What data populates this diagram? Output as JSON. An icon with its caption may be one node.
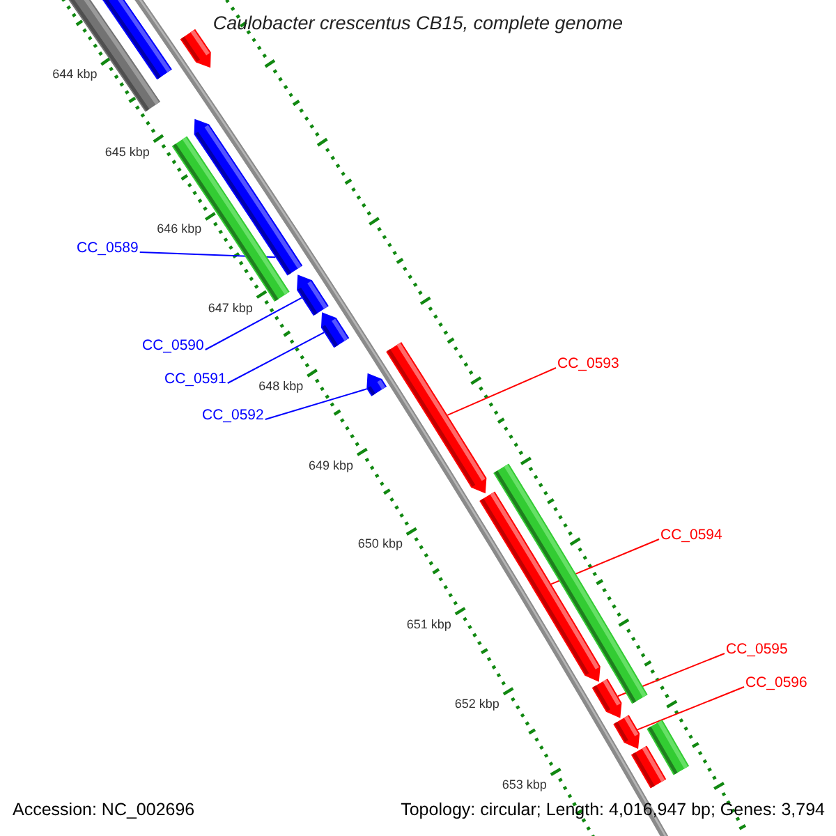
{
  "diagram": {
    "title": "Caulobacter crescentus CB15, complete genome",
    "nodes": [
      {
        "text": [
          "CC_0589"
        ]
      },
      {
        "text": [
          "CC_0590"
        ]
      },
      {
        "text": [
          "CC_0591"
        ]
      },
      {
        "text": [
          "CC_0592"
        ]
      },
      {
        "text": [
          "CC_0593"
        ]
      },
      {
        "text": [
          "CC_0594"
        ]
      },
      {
        "text": [
          "CC_0595"
        ]
      },
      {
        "text": [
          "CC_0596"
        ]
      },
      {
        "text": [],
        "shape": "bar"
      },
      {
        "text": [],
        "shape": "bar"
      },
      {
        "text": [],
        "shape": "bar"
      },
      {
        "text": [],
        "shape": "bar"
      },
      {
        "text": [],
        "shape": "bar"
      },
      {
        "text": [],
        "shape": "bar"
      },
      {
        "text": [],
        "shape": "bar"
      },
      {
        "text": [],
        "shape": "bar"
      },
      {
        "text": [],
        "shape": "bar"
      },
      {
        "text": [],
        "shape": "bar"
      },
      {
        "text": [],
        "shape": "bar"
      },
      {
        "text": [],
        "shape": "bar"
      },
      {
        "text": [],
        "shape": "bar"
      },
      {
        "text": [],
        "shape": "bar"
      },
      {
        "text": [],
        "shape": "bar"
      }
    ],
    "edges": [
      {
        "from": 0,
        "to": 11,
        "arrow": "none",
        "color": "#0000ff"
      },
      {
        "from": 1,
        "to": 13,
        "arrow": "none",
        "color": "#0000ff"
      },
      {
        "from": 2,
        "to": 14,
        "arrow": "none",
        "color": "#0000ff"
      },
      {
        "from": 3,
        "to": 16,
        "arrow": "none",
        "color": "#0000ff"
      },
      {
        "from": 4,
        "to": 15,
        "arrow": "none",
        "color": "#ff0000"
      },
      {
        "from": 5,
        "to": 18,
        "arrow": "none",
        "color": "#ff0000"
      },
      {
        "from": 6,
        "to": 19,
        "arrow": "none",
        "color": "#ff0000"
      },
      {
        "from": 7,
        "to": 20,
        "arrow": "none",
        "color": "#ff0000"
      }
    ],
    "labels": [
      "644 kbp",
      "645 kbp",
      "646 kbp",
      "647 kbp",
      "648 kbp",
      "649 kbp",
      "650 kbp",
      "651 kbp",
      "652 kbp",
      "653 kbp",
      "Accession: NC_002696",
      "Topology: circular; Length: 4,016,947 bp; Genes: 3,794"
    ]
  }
}
